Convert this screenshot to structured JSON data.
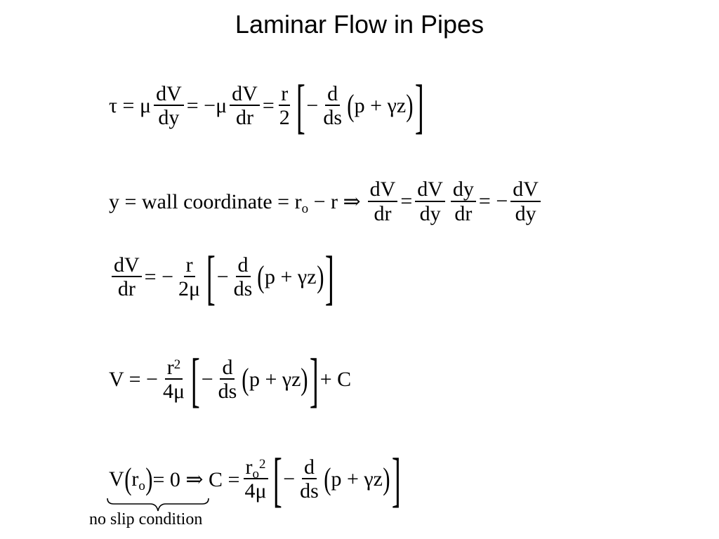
{
  "slide": {
    "title": "Laminar Flow in Pipes"
  },
  "equations": {
    "eq1": {
      "lhs": "τ = μ",
      "f1": {
        "num": "dV",
        "den": "dy"
      },
      "op1": "= −μ",
      "f2": {
        "num": "dV",
        "den": "dr"
      },
      "op2": "=",
      "f3": {
        "num": "r",
        "den": "2"
      },
      "lb": "[",
      "minus": "−",
      "f4": {
        "num": "d",
        "den": "ds"
      },
      "lp": "(",
      "inner": "p + γz",
      "rp": ")",
      "rb": "]"
    },
    "eq2": {
      "lhs": "y = wall coordinate = r",
      "sub": "o",
      "rest": " − r ⇒",
      "f1": {
        "num": "dV",
        "den": "dr"
      },
      "op1": "=",
      "f2": {
        "num": "dV",
        "den": "dy"
      },
      "f3": {
        "num": "dy",
        "den": "dr"
      },
      "op2": "= −",
      "f4": {
        "num": "dV",
        "den": "dy"
      }
    },
    "eq3": {
      "f1": {
        "num": "dV",
        "den": "dr"
      },
      "op1": "= −",
      "f2": {
        "num": "r",
        "den": "2μ"
      },
      "lb": "[",
      "minus": "−",
      "f3": {
        "num": "d",
        "den": "ds"
      },
      "lp": "(",
      "inner": "p + γz",
      "rp": ")",
      "rb": "]"
    },
    "eq4": {
      "lhs": "V = −",
      "f1": {
        "num": "r",
        "sup": "2",
        "den": "4μ"
      },
      "lb": "[",
      "minus": "−",
      "f2": {
        "num": "d",
        "den": "ds"
      },
      "lp": "(",
      "inner": "p + γz",
      "rp": ")",
      "rb": "]",
      "tail": "+ C"
    },
    "eq5": {
      "v": "V",
      "lp0": "(",
      "r": "r",
      "sub": "o",
      "rp0": ")",
      "eq0": " = 0 ⇒ C =",
      "f1": {
        "num": "r",
        "sub": "o",
        "sup": "2",
        "den": "4μ"
      },
      "lb": "[",
      "minus": "−",
      "f2": {
        "num": "d",
        "den": "ds"
      },
      "lp": "(",
      "inner": "p + γz",
      "rp": ")",
      "rb": "]",
      "note": "no slip condition"
    }
  }
}
